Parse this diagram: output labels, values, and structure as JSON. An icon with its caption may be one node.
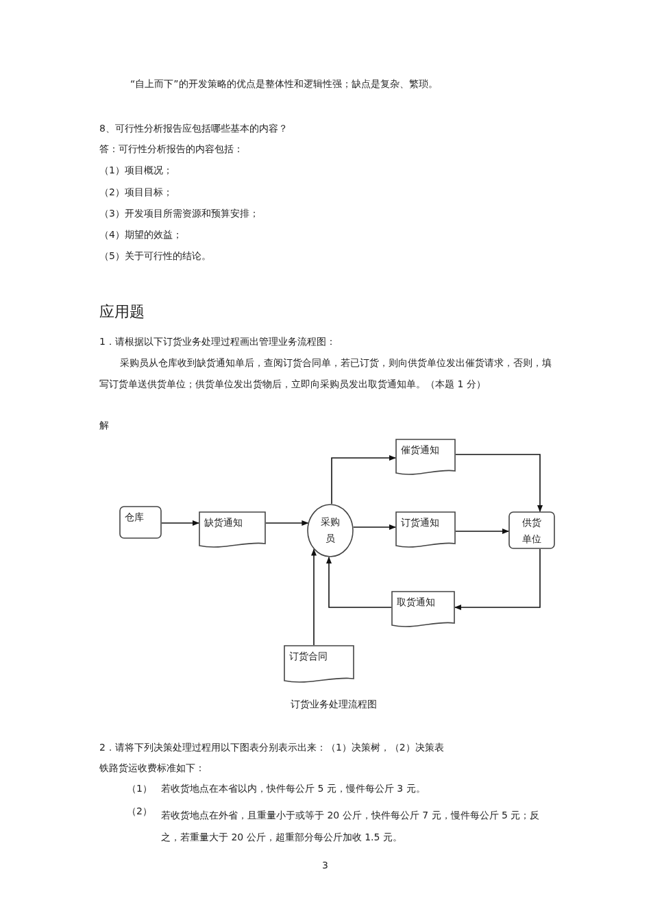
{
  "diagram": {
    "caption": "订货业务处理流程图",
    "nodes": [
      {
        "text": [
          "仓库"
        ]
      },
      {
        "text": [
          "缺货通知"
        ]
      },
      {
        "text": [
          "采购员"
        ]
      },
      {
        "text": [
          "催货通知"
        ]
      },
      {
        "text": [
          "订货通知"
        ]
      },
      {
        "text": [
          "供货单位"
        ]
      },
      {
        "text": [
          "取货通知"
        ]
      },
      {
        "text": [
          "订货合同"
        ]
      }
    ],
    "edges": [
      {
        "from": 0,
        "to": 1,
        "arrow": "to"
      },
      {
        "from": 1,
        "to": 2,
        "arrow": "to"
      },
      {
        "from": 2,
        "to": 3,
        "arrow": "to"
      },
      {
        "from": 3,
        "to": 5,
        "arrow": "to"
      },
      {
        "from": 2,
        "to": 4,
        "arrow": "to"
      },
      {
        "from": 4,
        "to": 5,
        "arrow": "to"
      },
      {
        "from": 5,
        "to": 6,
        "arrow": "to"
      },
      {
        "from": 6,
        "to": 2,
        "arrow": "to"
      },
      {
        "from": 7,
        "to": 2,
        "arrow": "to"
      }
    ],
    "labels": [
      "“自上而下”的开发策略的优点是整体性和逻辑性强；缺点是复杂、繁琐。",
      "8、可行性分析报告应包括哪些基本的内容？",
      "答：可行性分析报告的内容包括：",
      "（1）项目概况；",
      "（2）项目目标；",
      "（3）开发项目所需资源和预算安排；",
      "（4）期望的效益；",
      "（5）关于可行性的结论。",
      "应用题",
      "1．请根据以下订货业务处理过程画出管理业务流程图：",
      "采购员从仓库收到缺货通知单后，查阅订货合同单，若已订货，则向供货单位发出催货请求，否则，填写订货单送供货单位；供货单位发出货物后，立即向采购员发出取货通知单。（本题 1 分）",
      "解",
      "2．请将下列决策处理过程用以下图表分别表示出来：（1）决策树，（2）决策表",
      "铁路货运收费标准如下：",
      "（1）",
      "若收货地点在本省以内，快件每公斤 5 元，慢件每公斤 3 元。",
      "（2）",
      "若收货地点在外省，且重量小于或等于 20 公斤，快件每公斤 7 元，慢件每公斤 5 元；反之，若重量大于 20 公斤，超重部分每公斤加收 1.5 元。",
      "3"
    ]
  }
}
